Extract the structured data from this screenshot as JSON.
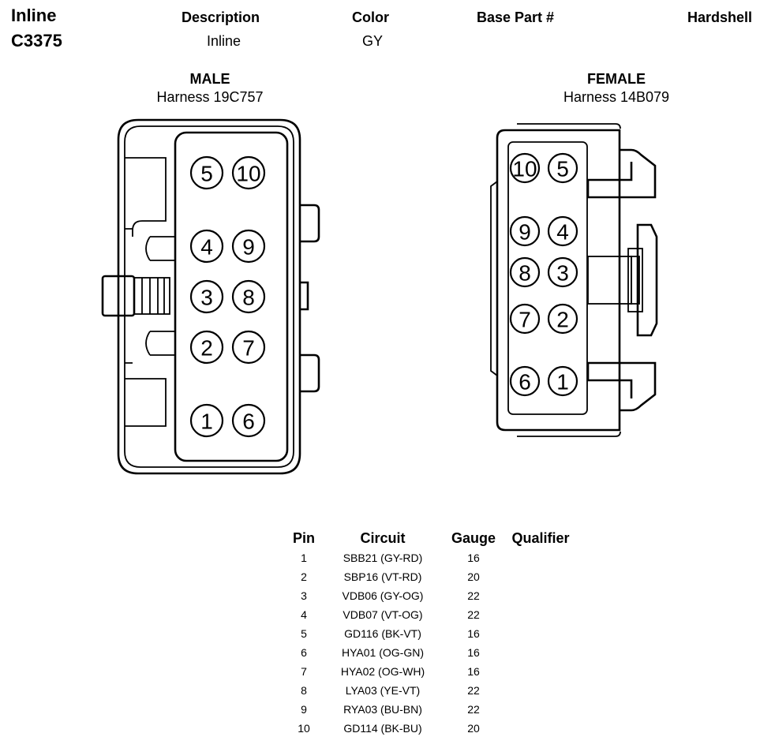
{
  "header": {
    "title_line1": "Inline",
    "title_line2": "C3375",
    "description_label": "Description",
    "description_value": "Inline",
    "color_label": "Color",
    "color_value": "GY",
    "base_part_label": "Base Part #",
    "base_part_value": "",
    "hardshell_label": "Hardshell"
  },
  "male": {
    "title": "MALE",
    "subtitle": "Harness 19C757",
    "pins": [
      "5",
      "10",
      "4",
      "9",
      "3",
      "8",
      "2",
      "7",
      "1",
      "6"
    ]
  },
  "female": {
    "title": "FEMALE",
    "subtitle": "Harness 14B079",
    "pins": [
      "10",
      "5",
      "9",
      "4",
      "8",
      "3",
      "7",
      "2",
      "6",
      "1"
    ]
  },
  "table": {
    "headers": {
      "pin": "Pin",
      "circuit": "Circuit",
      "gauge": "Gauge",
      "qualifier": "Qualifier"
    },
    "rows": [
      {
        "pin": "1",
        "circuit": "SBB21 (GY-RD)",
        "gauge": "16"
      },
      {
        "pin": "2",
        "circuit": "SBP16 (VT-RD)",
        "gauge": "20"
      },
      {
        "pin": "3",
        "circuit": "VDB06 (GY-OG)",
        "gauge": "22"
      },
      {
        "pin": "4",
        "circuit": "VDB07 (VT-OG)",
        "gauge": "22"
      },
      {
        "pin": "5",
        "circuit": "GD116 (BK-VT)",
        "gauge": "16"
      },
      {
        "pin": "6",
        "circuit": "HYA01 (OG-GN)",
        "gauge": "16"
      },
      {
        "pin": "7",
        "circuit": "HYA02 (OG-WH)",
        "gauge": "16"
      },
      {
        "pin": "8",
        "circuit": "LYA03 (YE-VT)",
        "gauge": "22"
      },
      {
        "pin": "9",
        "circuit": "RYA03 (BU-BN)",
        "gauge": "22"
      },
      {
        "pin": "10",
        "circuit": "GD114 (BK-BU)",
        "gauge": "20"
      }
    ]
  }
}
